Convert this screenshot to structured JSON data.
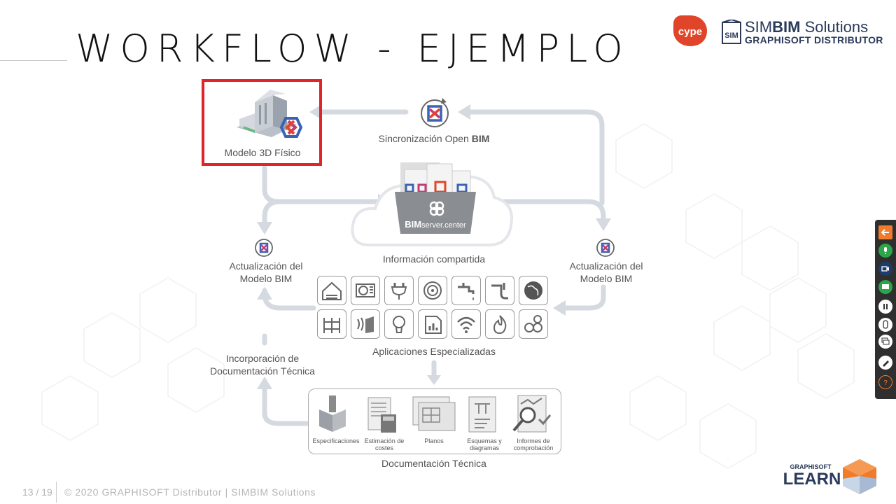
{
  "slide": {
    "title": "WORKFLOW - EJEMPLO",
    "page": "13 / 19",
    "copyright": "© 2020 GRAPHISOFT Distributor | SIMBIM Solutions"
  },
  "logos": {
    "cype": "cype",
    "simbim_name_a": "SIM",
    "simbim_name_b": "BIM",
    "simbim_name_c": " Solutions",
    "simbim_sub": "GRAPHISOFT DISTRIBUTOR",
    "learn_top": "GRAPHISOFT",
    "learn_bottom": "LEARN"
  },
  "diagram": {
    "model": "Modelo 3D Físico",
    "sync_a": "Sincronización Open ",
    "sync_b": "BIM",
    "server_a": "BIM",
    "server_b": "server.center",
    "shared": "Información compartida",
    "update_left_1": "Actualización del",
    "update_left_2": "Modelo BIM",
    "update_right_1": "Actualización del",
    "update_right_2": "Modelo BIM",
    "incorp_1": "Incorporación de",
    "incorp_2": "Documentación Técnica",
    "apps": "Aplicaciones Especializadas",
    "docs": "Documentación Técnica",
    "doc_items": [
      {
        "label_1": "Especificaciones",
        "label_2": ""
      },
      {
        "label_1": "Estimación de",
        "label_2": "costes"
      },
      {
        "label_1": "Planos",
        "label_2": ""
      },
      {
        "label_1": "Esquemas y",
        "label_2": "diagramas"
      },
      {
        "label_1": "Informes de",
        "label_2": "comprobación"
      }
    ]
  },
  "colors": {
    "highlight": "#e0252a",
    "cype_red": "#e0452a",
    "learn_orange": "#f07b2a",
    "simbim_navy": "#2a3a5a",
    "arrow": "#d5d9e0"
  },
  "toolbar_icons": [
    "back-arrow-icon",
    "microphone-icon",
    "camera-icon",
    "screen-share-icon",
    "pause-icon",
    "mouse-icon",
    "copy-screen-icon",
    "pen-icon",
    "help-icon"
  ]
}
